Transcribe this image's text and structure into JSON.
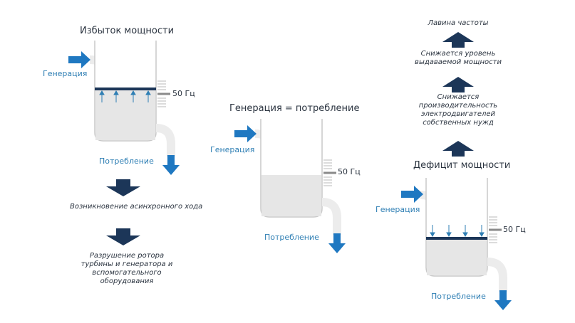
{
  "left": {
    "title": "Избыток мощности",
    "generation": "Генерация",
    "consumption": "Потребление",
    "freq": "50 Гц",
    "step1": "Возникновение асинхронного хода",
    "step2": "Разрушение ротора турбины и генератора и вспомогательного оборудования"
  },
  "center": {
    "title": "Генерация = потребление",
    "generation": "Генерация",
    "consumption": "Потребление",
    "freq": "50 Гц"
  },
  "right": {
    "title": "Дефицит мощности",
    "generation": "Генерация",
    "consumption": "Потребление",
    "freq": "50 Гц",
    "step1": "Снижается производительность электродвигателей собственных нужд",
    "step2": "Снижается уровень выдаваемой мощности",
    "step3": "Лавина частоты"
  },
  "colors": {
    "tank_fill": "#e6e6e6",
    "tank_border": "#c8c8c8",
    "pipe": "#ececec",
    "arrow_blue": "#1f78c1",
    "dark_navy": "#1c3658",
    "scale": "#a9a9a9"
  }
}
